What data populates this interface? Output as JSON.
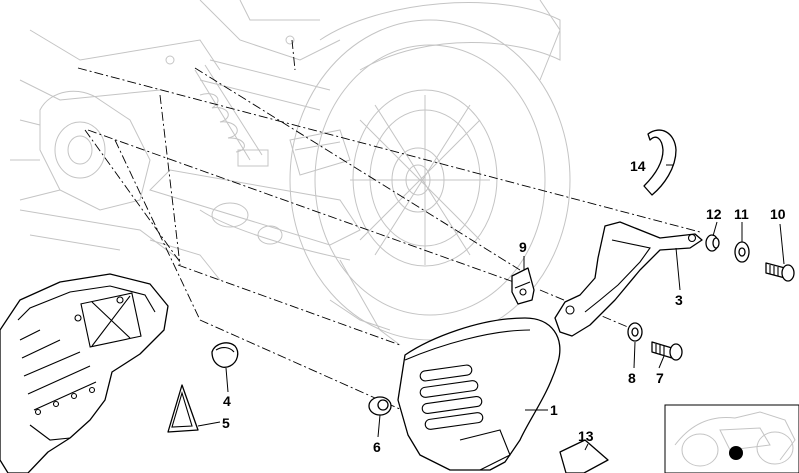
{
  "callouts": [
    {
      "id": "1",
      "text": "1"
    },
    {
      "id": "3",
      "text": "3"
    },
    {
      "id": "4",
      "text": "4"
    },
    {
      "id": "5",
      "text": "5"
    },
    {
      "id": "6",
      "text": "6"
    },
    {
      "id": "7",
      "text": "7"
    },
    {
      "id": "8",
      "text": "8"
    },
    {
      "id": "9",
      "text": "9"
    },
    {
      "id": "10",
      "text": "10"
    },
    {
      "id": "11",
      "text": "11"
    },
    {
      "id": "12",
      "text": "12"
    },
    {
      "id": "13",
      "text": "13"
    },
    {
      "id": "14",
      "text": "14"
    }
  ]
}
